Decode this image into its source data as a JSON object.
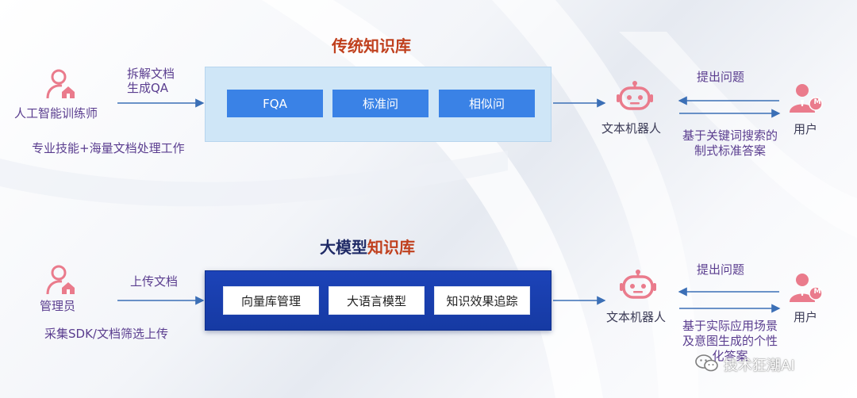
{
  "colors": {
    "title_dark": "#1f2a66",
    "title_red": "#c0401e",
    "top_panel_bg": "#cfe6f7",
    "top_chip": "#3a82e6",
    "bottom_panel_bg": "#1c43b8",
    "icon_pink": "#ea7b8c",
    "label_purple": "#5a3d8f"
  },
  "top": {
    "title": "传统知识库",
    "trainer_label": "人工智能训练师",
    "trainer_desc": "专业技能+海量文档处理工作",
    "arrow_label_1": "拆解文档",
    "arrow_label_2": "生成QA",
    "chips": [
      "FQA",
      "标准问",
      "相似问"
    ],
    "robot_label": "文本机器人",
    "question_label": "提出问题",
    "user_label": "用户",
    "answer_label_1": "基于关键词搜索的",
    "answer_label_2": "制式标准答案"
  },
  "bottom": {
    "title_part1": "大模型",
    "title_part2": "知识库",
    "admin_label": "管理员",
    "admin_desc": "采集SDK/文档筛选上传",
    "arrow_label": "上传文档",
    "chips": [
      "向量库管理",
      "大语言模型",
      "知识效果追踪"
    ],
    "robot_label": "文本机器人",
    "question_label": "提出问题",
    "user_label": "用户",
    "answer_label_1": "基于实际应用场景",
    "answer_label_2": "及意图生成的个性",
    "answer_label_3": "化答案"
  },
  "icons": {
    "trainer": "person-house-icon",
    "admin": "person-house-icon",
    "robot": "robot-icon",
    "user": "user-badge-icon",
    "user_badge_text": "M",
    "watermark": "wechat-icon"
  },
  "watermark": {
    "text": "技术狂潮AI"
  }
}
